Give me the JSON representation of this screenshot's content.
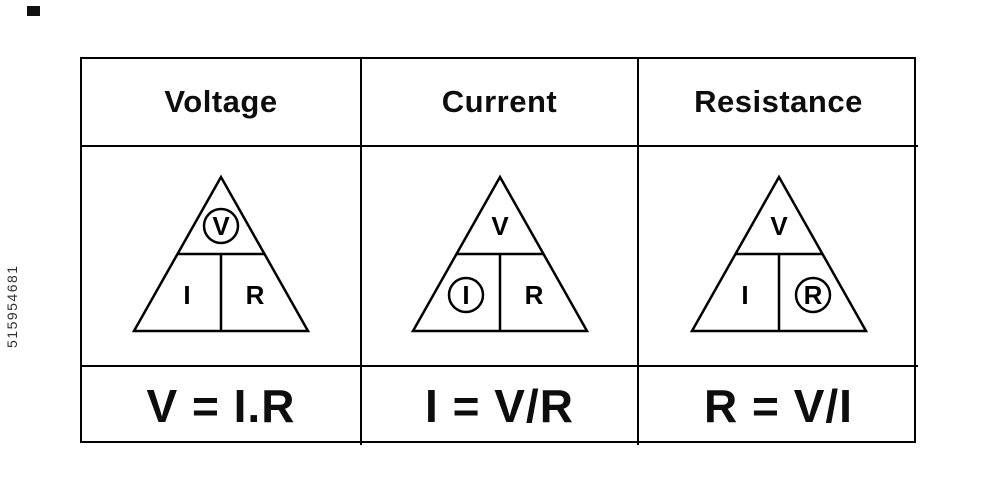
{
  "colors": {
    "line": "#000000",
    "background": "#ffffff",
    "text": "#0d0d0d"
  },
  "watermark": {
    "id": "515954681"
  },
  "table": {
    "columns": [
      {
        "header": "Voltage",
        "formula": "V = I.R",
        "triangle": {
          "top": "V",
          "left": "I",
          "right": "R",
          "circled": "top"
        }
      },
      {
        "header": "Current",
        "formula": "I = V/R",
        "triangle": {
          "top": "V",
          "left": "I",
          "right": "R",
          "circled": "left"
        }
      },
      {
        "header": "Resistance",
        "formula": "R = V/I",
        "triangle": {
          "top": "V",
          "left": "I",
          "right": "R",
          "circled": "right"
        }
      }
    ]
  }
}
